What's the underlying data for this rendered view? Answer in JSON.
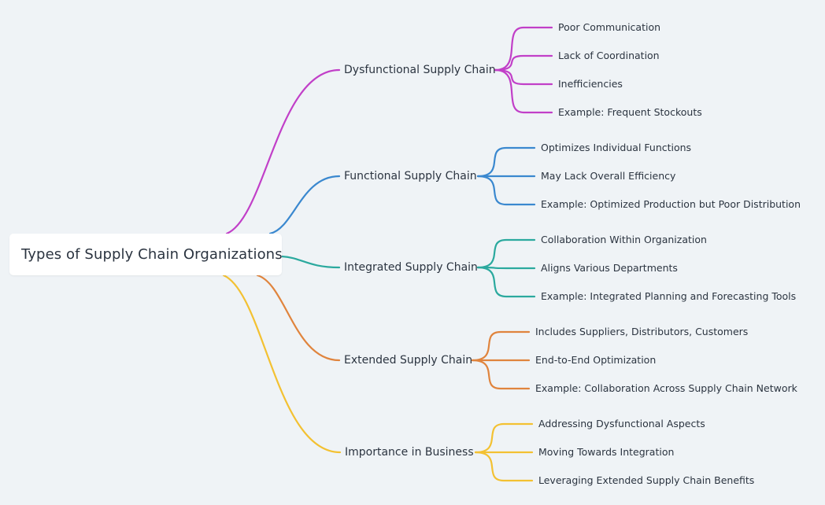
{
  "root": {
    "label": "Types of Supply Chain Organizations"
  },
  "branches": [
    {
      "label": "Dysfunctional Supply Chain",
      "color": "#c13fc8",
      "children": [
        "Poor Communication",
        "Lack of Coordination",
        "Inefficiencies",
        "Example: Frequent Stockouts"
      ]
    },
    {
      "label": "Functional Supply Chain",
      "color": "#3a88cf",
      "children": [
        "Optimizes Individual Functions",
        "May Lack Overall Efficiency",
        "Example: Optimized Production but Poor Distribution"
      ]
    },
    {
      "label": "Integrated Supply Chain",
      "color": "#2ba99e",
      "children": [
        "Collaboration Within Organization",
        "Aligns Various Departments",
        "Example: Integrated Planning and Forecasting Tools"
      ]
    },
    {
      "label": "Extended Supply Chain",
      "color": "#e0843d",
      "children": [
        "Includes Suppliers, Distributors, Customers",
        "End-to-End Optimization",
        "Example: Collaboration Across Supply Chain Network"
      ]
    },
    {
      "label": "Importance in Business",
      "color": "#f3c132",
      "children": [
        "Addressing Dysfunctional Aspects",
        "Moving Towards Integration",
        "Leveraging Extended Supply Chain Benefits"
      ]
    }
  ]
}
